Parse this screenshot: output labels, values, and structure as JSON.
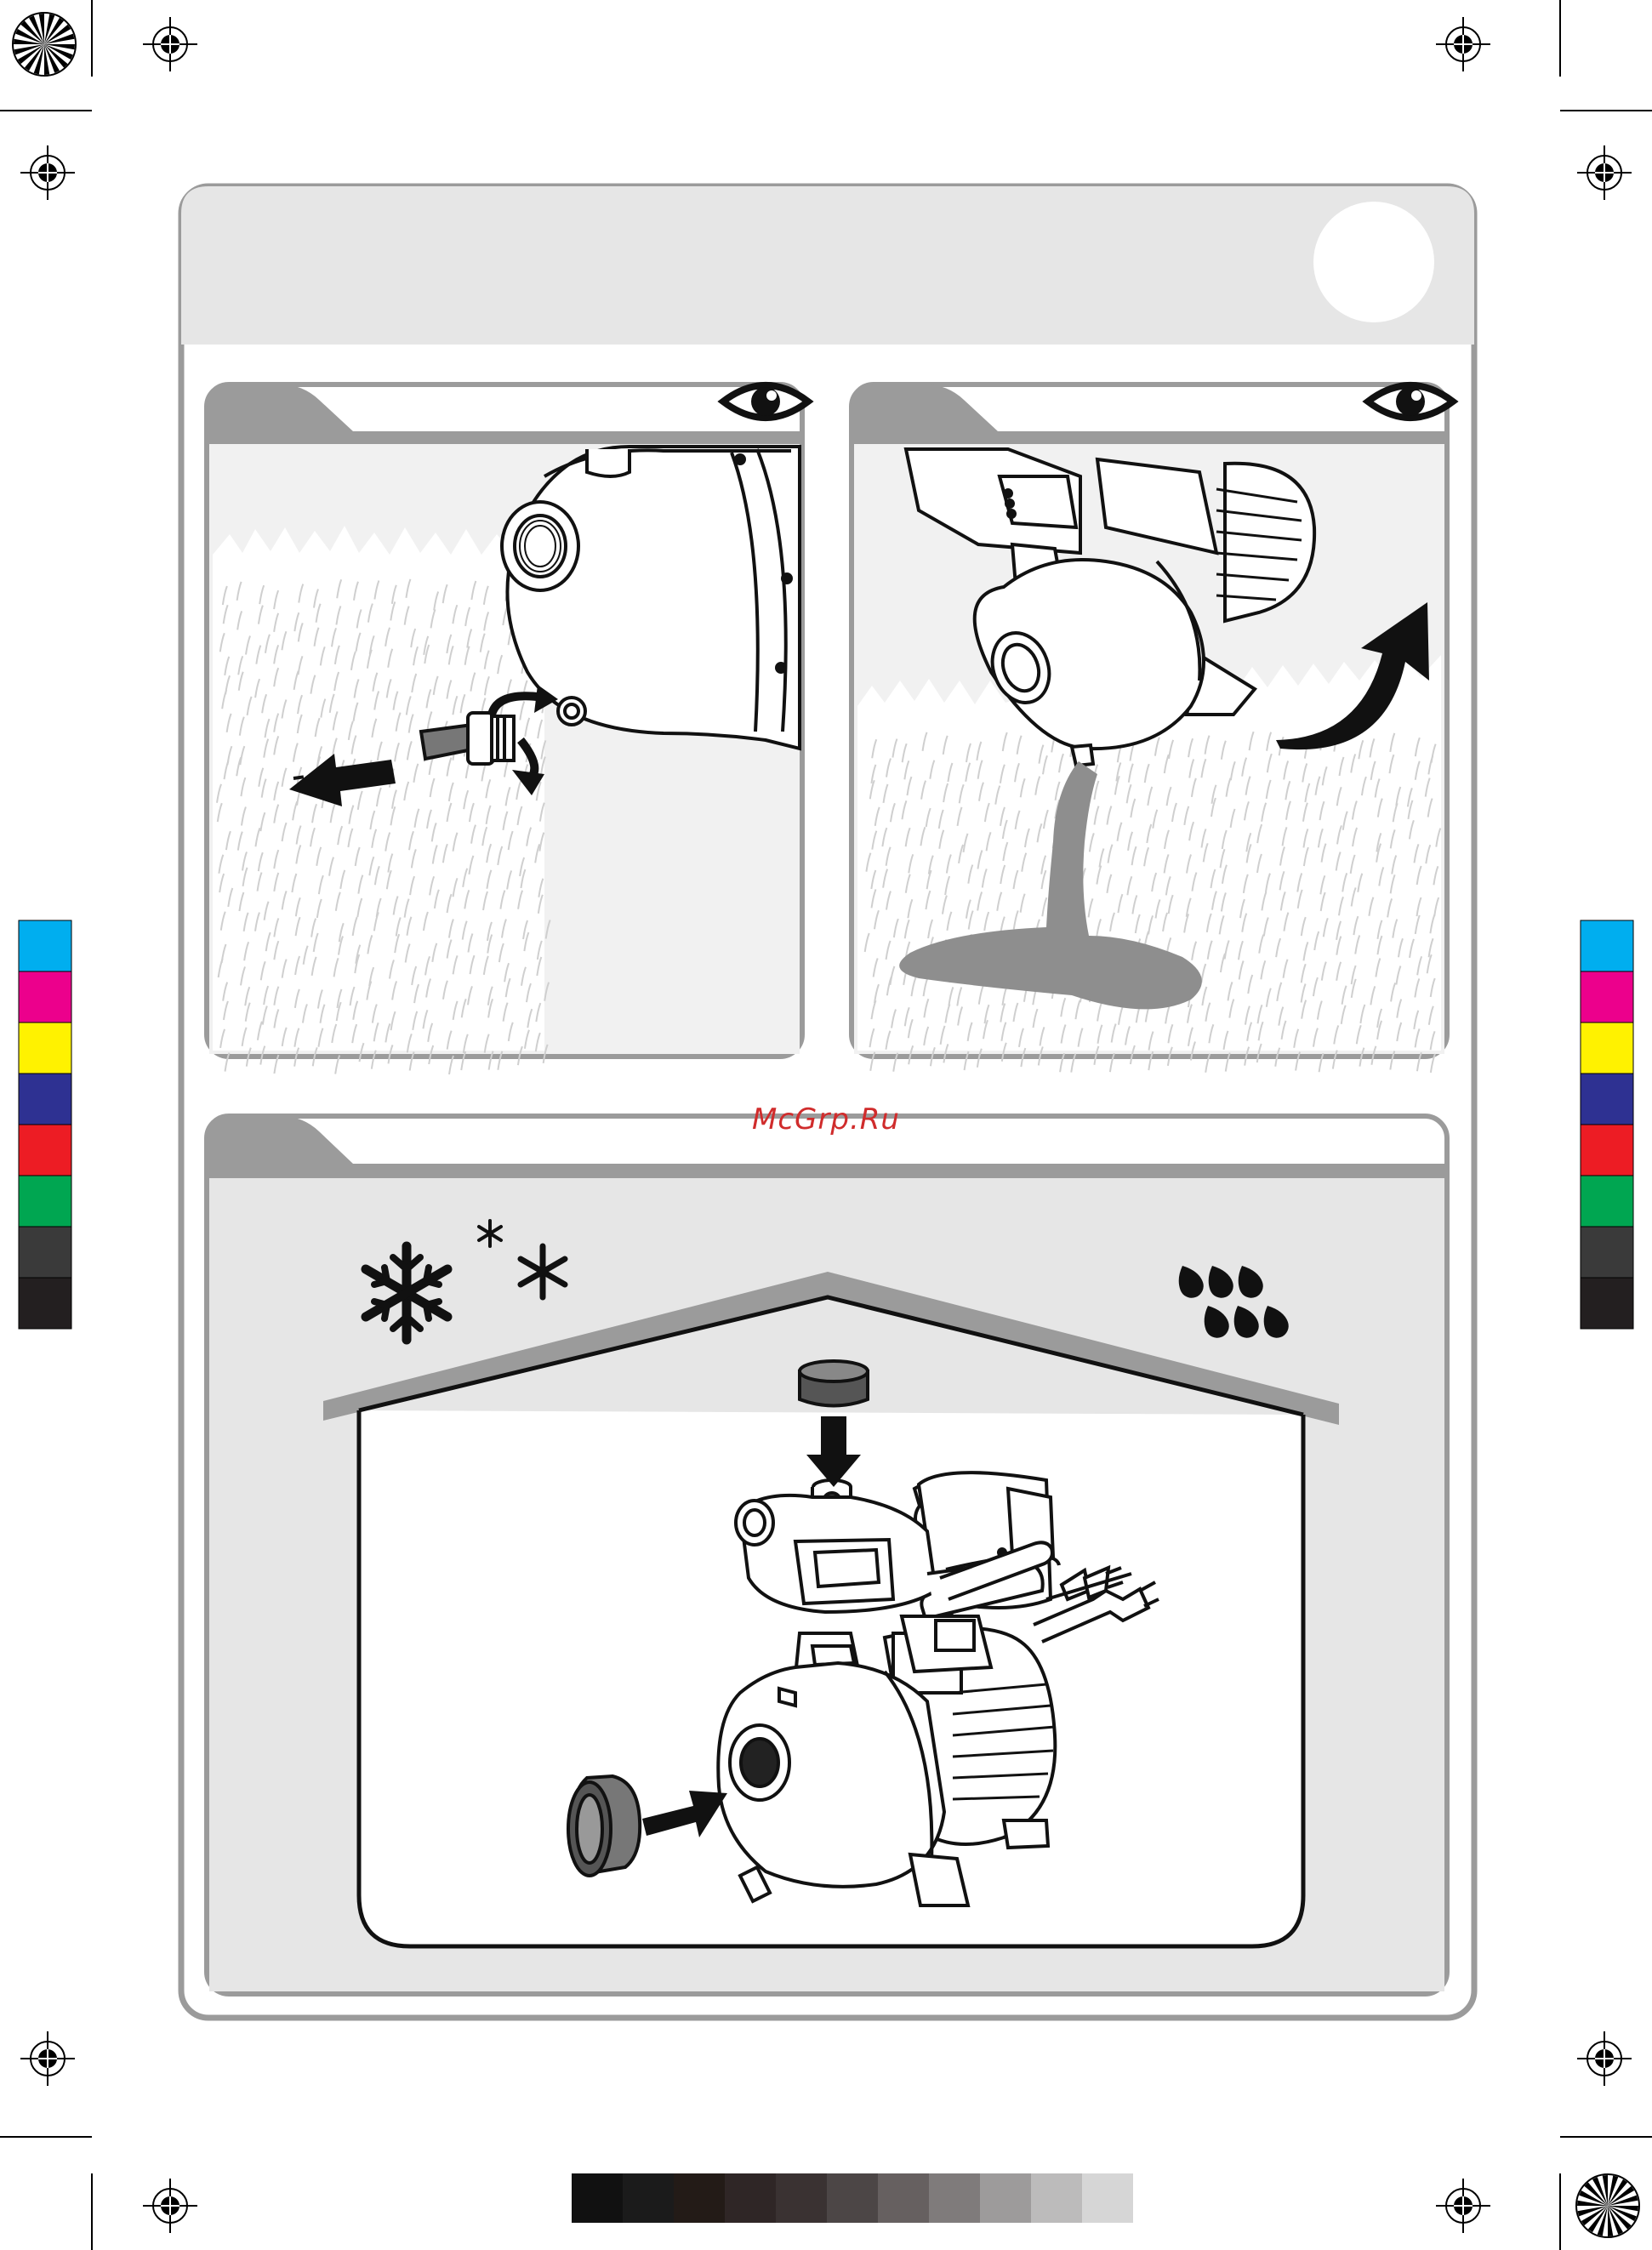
{
  "watermark": {
    "text": "McGrp.Ru",
    "color": "#d02c2c"
  },
  "colors": {
    "panel_border": "#9b9b9b",
    "panel_fill": "#e6e6e6",
    "tab_fill": "#9b9b9b",
    "scene_bg": "#f1f1f1",
    "ink": "#111111",
    "water": "#8e8e8e"
  },
  "color_bar": [
    "#00aeef",
    "#ec008c",
    "#fff200",
    "#2e3192",
    "#ed1c24",
    "#00a651",
    "#3a3a3a",
    "#231f20"
  ],
  "gray_ramp": [
    "#111111",
    "#1b1b1b",
    "#231b17",
    "#2f2626",
    "#3a3232",
    "#4c4646",
    "#666060",
    "#7f7b7b",
    "#9d9b9b",
    "#bcbbbb",
    "#d6d6d6"
  ],
  "panels": [
    {
      "name": "drain-plug-step",
      "icon": "eye-icon",
      "illustration": "remove-drain-plug"
    },
    {
      "name": "drain-water-step",
      "icon": "eye-icon",
      "illustration": "tilt-pump-drain-water"
    },
    {
      "name": "storage-step",
      "icons": [
        "snowflake-icon",
        "rain-drops-icon"
      ],
      "illustration": "store-pump-indoors-with-caps"
    }
  ]
}
